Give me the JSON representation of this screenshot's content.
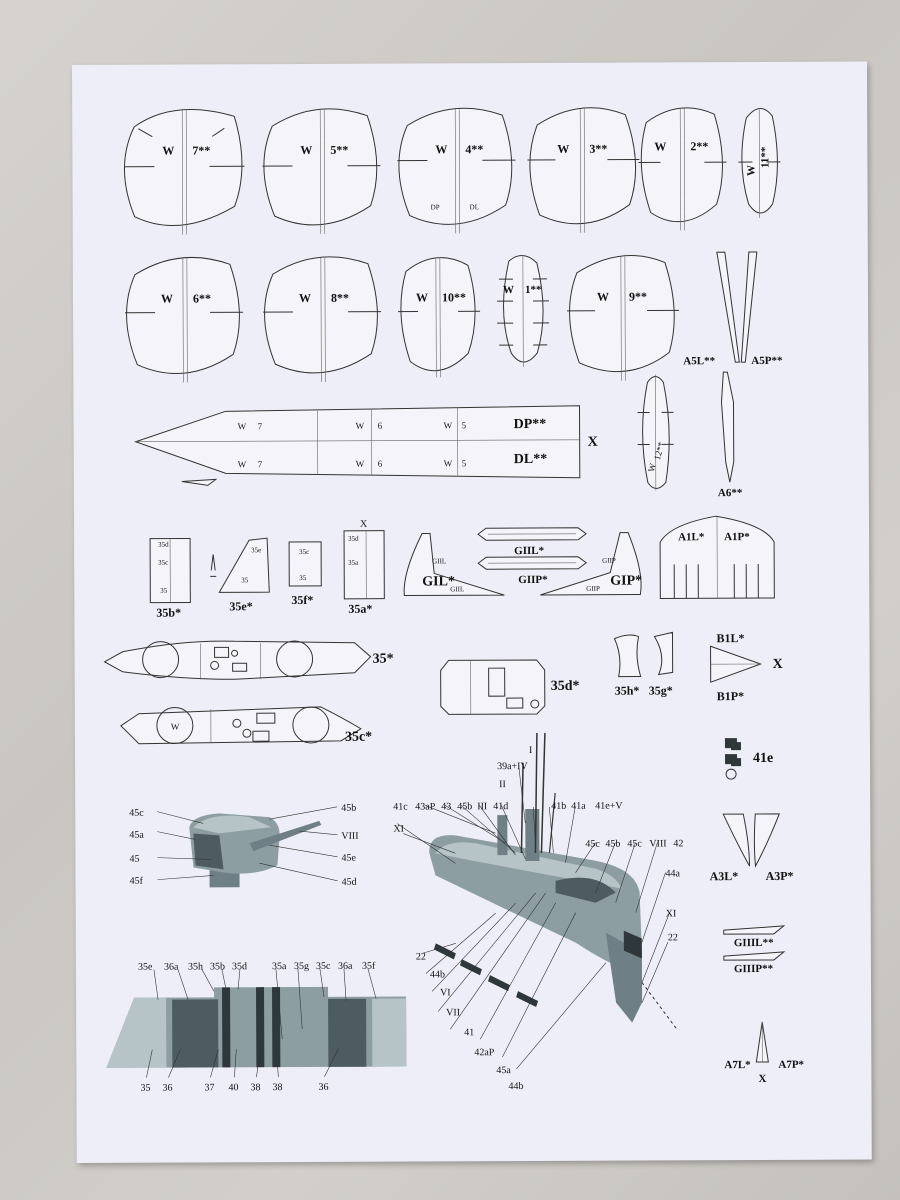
{
  "frames": [
    {
      "id": "7",
      "w": "W",
      "label": "7**"
    },
    {
      "id": "5",
      "w": "W",
      "label": "5**"
    },
    {
      "id": "4",
      "w": "W",
      "label": "4**",
      "sub_left": "DP",
      "sub_right": "DL"
    },
    {
      "id": "3",
      "w": "W",
      "label": "3**"
    },
    {
      "id": "2",
      "w": "W",
      "label": "2**"
    },
    {
      "id": "11",
      "w": "W",
      "label": "11**"
    },
    {
      "id": "6",
      "w": "W",
      "label": "6**"
    },
    {
      "id": "8",
      "w": "W",
      "label": "8**"
    },
    {
      "id": "10",
      "w": "W",
      "label": "10**"
    },
    {
      "id": "1",
      "w": "W",
      "label": "1**"
    },
    {
      "id": "9",
      "w": "W",
      "label": "9**"
    },
    {
      "id": "12",
      "w": "W",
      "label": "12**"
    }
  ],
  "keel": {
    "top_label": "DP**",
    "bottom_label": "DL**",
    "marks": [
      "W",
      "7",
      "W",
      "6",
      "W",
      "5"
    ],
    "cross": "X"
  },
  "rudders": {
    "left": "A5L**",
    "right": "A5P**",
    "single": "A6**"
  },
  "small_parts": {
    "p35b": "35b*",
    "p35e": "35e*",
    "p35f": "35f*",
    "p35a": "35a*",
    "inner": [
      "35d",
      "35c",
      "35",
      "35",
      "35e",
      "35",
      "35c",
      "35",
      "35a",
      "35d",
      "X"
    ]
  },
  "fins": {
    "gil": "GIL*",
    "gip": "GIP*",
    "giil": "GIIL*",
    "giip": "GIIP*",
    "gil_small": "GIIL",
    "gip_small": "GIIP",
    "gil_tag": "GIIL",
    "gip_tag": "GIIP"
  },
  "a1": {
    "left": "A1L*",
    "right": "A1P*"
  },
  "decks": {
    "p35": "35*",
    "p35c": "35c*",
    "p35d": "35d*",
    "p35h": "35h*",
    "p35g": "35g*",
    "w": "W"
  },
  "b1": {
    "top": "B1L*",
    "bottom": "B1P*",
    "cross": "X"
  },
  "misc": {
    "p41e": "41e",
    "a3l": "A3L*",
    "a3p": "A3P*",
    "giiil": "GIIIL**",
    "giiip": "GIIIP**",
    "a7l": "A7L*",
    "a7p": "A7P*",
    "cross": "X"
  },
  "turret_labels": {
    "c45c": "45c",
    "c45a": "45a",
    "c45": "45",
    "c45f": "45f",
    "c45b": "45b",
    "cVIII": "VIII",
    "c45e": "45e",
    "c45d": "45d"
  },
  "sub_labels": {
    "I": "I",
    "c39a": "39a+IV",
    "II": "II",
    "c41c": "41c",
    "c43aP": "43aP",
    "c43": "43",
    "c45b": "45b",
    "III": "III",
    "c41d": "41d",
    "c41b": "41b",
    "c41a": "41a",
    "c41e": "41e+V",
    "XI": "XI",
    "c45c": "45c",
    "c45b2": "45b",
    "c45c2": "45c",
    "VIII": "VIII",
    "c42": "42",
    "c44a": "44a",
    "XI2": "XI",
    "c22": "22",
    "c22b": "22",
    "c44b": "44b",
    "VI": "VI",
    "VII": "VII",
    "c41": "41",
    "c42aP": "42aP",
    "c45a": "45a",
    "c44b2": "44b"
  },
  "tower_labels": {
    "top": [
      "35e",
      "36a",
      "35h",
      "35b",
      "35d",
      "35a",
      "35g",
      "35c",
      "36a",
      "35f"
    ],
    "bottom": [
      "35",
      "36",
      "37",
      "40",
      "38",
      "38",
      "36"
    ]
  }
}
